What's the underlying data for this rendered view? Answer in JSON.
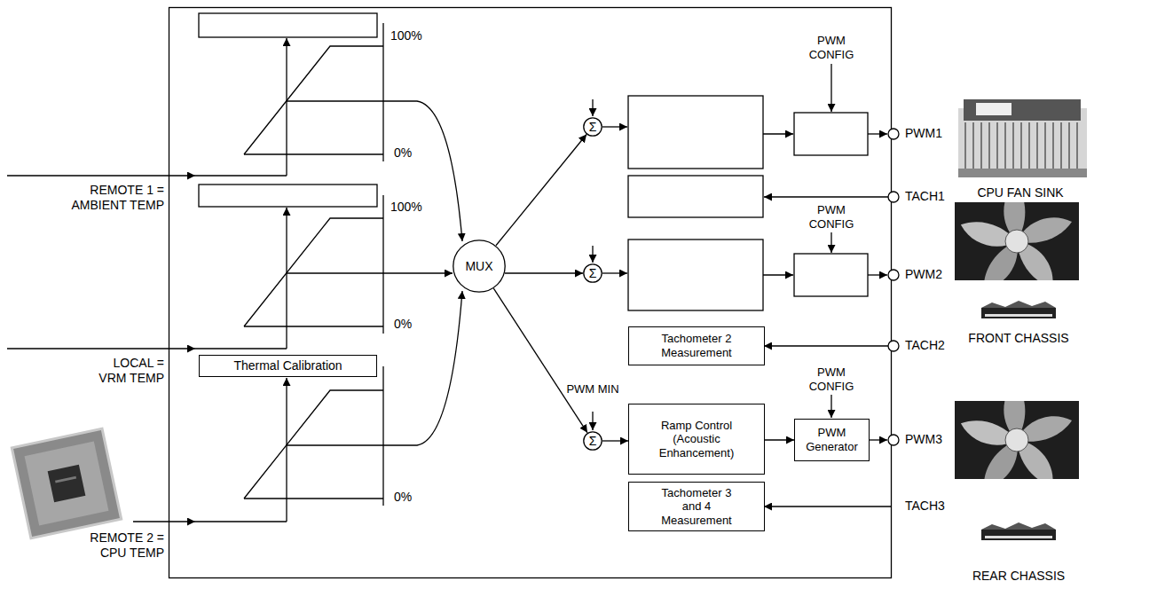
{
  "diagram": {
    "nodes": [
      {
        "text": [
          "Thermal Calibration"
        ]
      },
      {
        "text": [
          "MUX"
        ]
      },
      {
        "text": [
          "Σ"
        ]
      },
      {
        "text": [
          "Σ"
        ]
      },
      {
        "text": [
          "Σ"
        ]
      },
      {
        "text": [
          "Tachometer 2 Measurement"
        ]
      },
      {
        "text": [
          "Ramp Control (Acoustic Enhancement)"
        ]
      },
      {
        "text": [
          "PWM Generator"
        ]
      },
      {
        "text": [
          "Tachometer 3 and 4 Measurement"
        ]
      }
    ],
    "edges": [
      {
        "from": 1,
        "to": 2,
        "arrow": "to"
      },
      {
        "from": 1,
        "to": 3,
        "arrow": "to"
      },
      {
        "from": 1,
        "to": 4,
        "arrow": "to"
      },
      {
        "from": 4,
        "to": 6,
        "arrow": "to"
      },
      {
        "from": 6,
        "to": 7,
        "arrow": "to"
      }
    ],
    "labels": [
      "100%",
      "0%",
      "REMOTE 1 = AMBIENT TEMP",
      "100%",
      "0%",
      "LOCAL = VRM TEMP",
      "0%",
      "REMOTE 2 = CPU TEMP",
      "PWM CONFIG",
      "PWM1",
      "TACH1",
      "CPU FAN SINK",
      "PWM CONFIG",
      "PWM2",
      "TACH2",
      "FRONT CHASSIS",
      "PWM MIN",
      "PWM CONFIG",
      "PWM3",
      "TACH3",
      "REAR CHASSIS"
    ]
  }
}
